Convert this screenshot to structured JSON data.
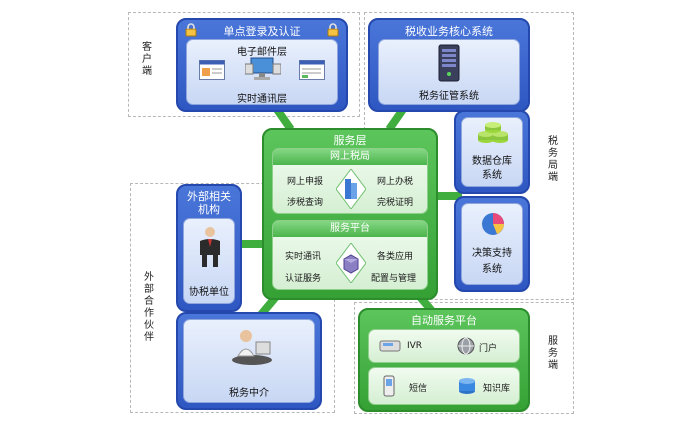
{
  "regions": {
    "client": "客户端",
    "tax_bureau": "税务局端",
    "external_partners": "外部合作伙伴",
    "service_side": "服务端"
  },
  "sso": {
    "title": "单点登录及认证",
    "email_layer": "电子邮件层",
    "im_layer": "实时通讯层"
  },
  "core": {
    "title": "税收业务核心系统",
    "collection": "税务征管系统",
    "warehouse_line1": "数据仓库",
    "warehouse_line2": "系统",
    "decision_line1": "决策支持",
    "decision_line2": "系统"
  },
  "service_layer": {
    "title": "服务层",
    "online_bureau": {
      "title": "网上税局",
      "declare": "网上申报",
      "office": "网上办税",
      "query": "涉税查询",
      "certificate": "完税证明"
    },
    "platform": {
      "title": "服务平台",
      "im": "实时通讯",
      "apps": "各类应用",
      "auth": "认证服务",
      "config": "配置与管理"
    }
  },
  "external": {
    "title_line1": "外部相关",
    "title_line2": "机构",
    "assist": "协税单位",
    "agent": "税务中介"
  },
  "auto_service": {
    "title": "自动服务平台",
    "ivr": "IVR",
    "portal": "门户",
    "sms": "短信",
    "kb": "知识库"
  }
}
